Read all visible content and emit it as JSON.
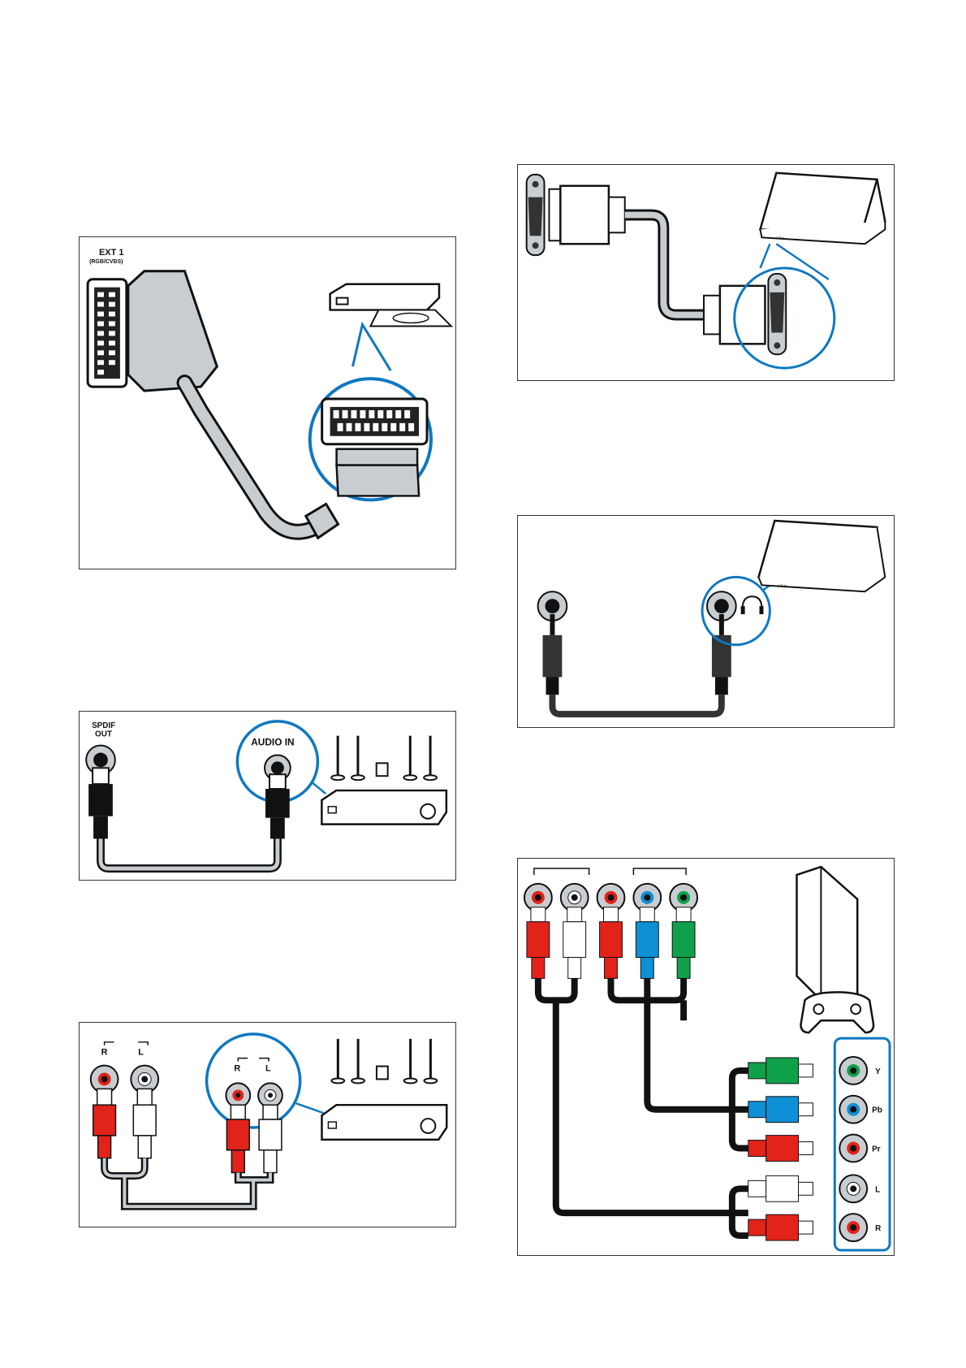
{
  "scart": {
    "port_label": "EXT 1",
    "port_sublabel": "(RGB/CVBS)"
  },
  "vga": {
    "laptop_port_text": "VGA"
  },
  "spdif": {
    "out_label_line1": "SPDIF",
    "out_label_line2": "OUT",
    "in_label": "AUDIO IN"
  },
  "analog_audio": {
    "left_r": "R",
    "left_l": "L",
    "right_r": "R",
    "right_l": "L"
  },
  "headphone": {
    "laptop_port_text": "VGA"
  },
  "component": {
    "labels": [
      "Y",
      "Pb",
      "Pr",
      "L",
      "R"
    ]
  },
  "colors": {
    "cable_grey": "#c8cdd1",
    "highlight_blue": "#0e78c2",
    "red": "#e2231a",
    "green": "#10a04a",
    "blue": "#0f8fd6",
    "white": "#ffffff"
  }
}
